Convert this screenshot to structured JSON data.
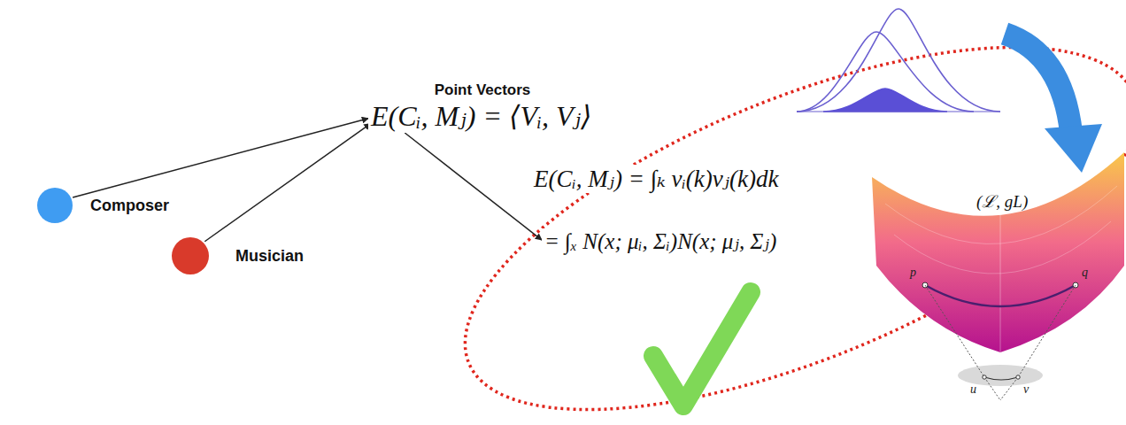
{
  "diagram": {
    "nodes": [
      {
        "text": [
          "Composer"
        ]
      },
      {
        "text": [
          "Musician"
        ]
      },
      {
        "text": [
          "Point Vectors",
          "E(Cᵢ, Mⱼ) = ⟨Vᵢ, Vⱼ⟩"
        ]
      },
      {
        "text": [
          "= ∫ₓ N(x; μᵢ, Σᵢ)N(x; μⱼ, Σⱼ)"
        ]
      }
    ],
    "edges": [
      {
        "from": 0,
        "to": 2,
        "arrow": "to"
      },
      {
        "from": 1,
        "to": 2,
        "arrow": "to"
      },
      {
        "from": 2,
        "to": 3,
        "arrow": "to"
      }
    ],
    "labels": [
      "E(Cᵢ, Mⱼ) = ∫ₖ vᵢ(k)vⱼ(k)dk",
      "(ℒ, gL)",
      "p",
      "q",
      "u",
      "v"
    ]
  }
}
